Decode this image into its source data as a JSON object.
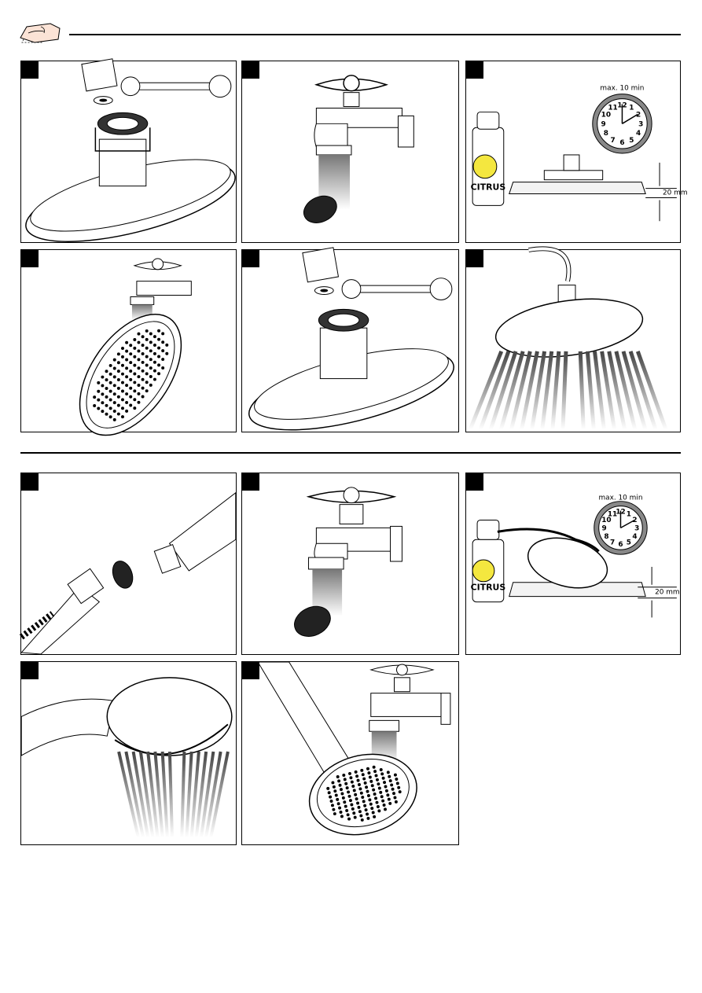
{
  "header": {
    "icon": "hand-cleaning-icon"
  },
  "panels": [
    {
      "id": "p1",
      "caption": ""
    },
    {
      "id": "p2",
      "caption": ""
    },
    {
      "id": "p3",
      "clock_label": "max. 10 min",
      "product_label": "CITRUS",
      "depth_label": "20 mm"
    },
    {
      "id": "p4",
      "caption": ""
    },
    {
      "id": "p5",
      "caption": ""
    },
    {
      "id": "p6",
      "caption": ""
    },
    {
      "id": "p7",
      "caption": ""
    },
    {
      "id": "p8",
      "caption": ""
    },
    {
      "id": "p9",
      "clock_label": "max. 10 min",
      "product_label": "CITRUS",
      "depth_label": "20 mm"
    },
    {
      "id": "p10",
      "caption": ""
    },
    {
      "id": "p11",
      "caption": ""
    }
  ],
  "clock_numbers": [
    "12",
    "1",
    "2",
    "3",
    "4",
    "5",
    "6",
    "7",
    "8",
    "9",
    "10",
    "11"
  ]
}
